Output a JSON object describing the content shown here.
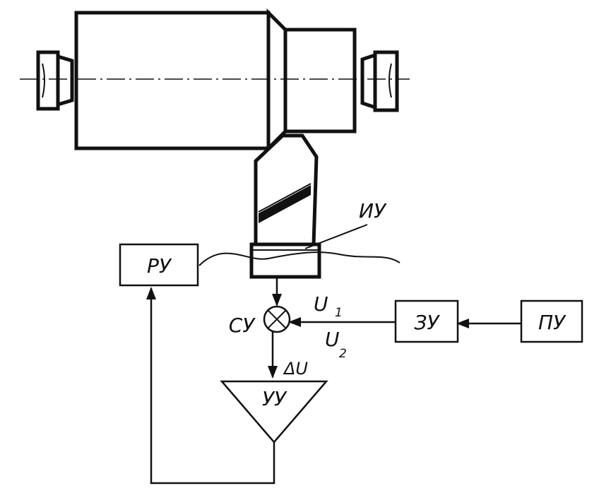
{
  "diagram": {
    "blocks": {
      "ru": "РУ",
      "zu": "ЗУ",
      "pu": "ПУ",
      "uu": "УУ"
    },
    "labels": {
      "iu": "ИУ",
      "su": "СУ",
      "u1_main": "U",
      "u1_sub": "1",
      "u2_main": "U",
      "u2_sub": "2",
      "delta_u": "ΔU"
    }
  }
}
